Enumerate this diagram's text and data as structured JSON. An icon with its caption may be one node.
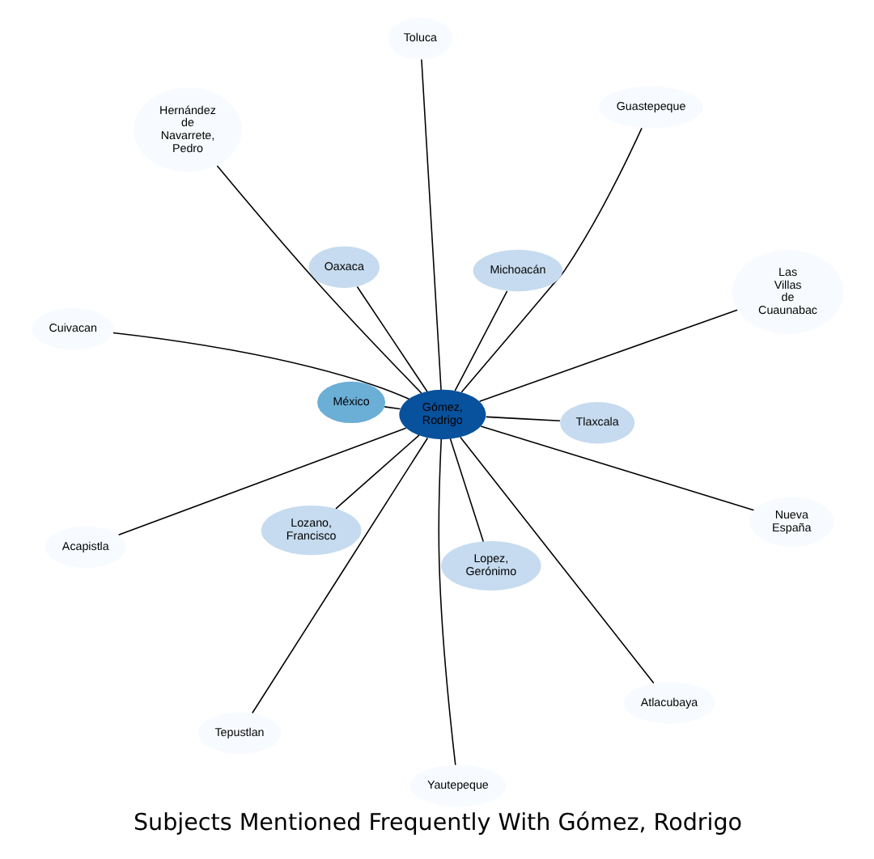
{
  "diagram": {
    "title": "Subjects Mentioned Frequently With Gómez, Rodrigo",
    "nodes": [
      {
        "text": [
          "Cuivacan"
        ]
      },
      {
        "text": [
          "Guastepeque"
        ]
      },
      {
        "text": [
          "Tepustlan"
        ]
      },
      {
        "text": [
          "Hernández de Navarrete, Pedro"
        ]
      },
      {
        "text": [
          "Tlaxcala"
        ]
      },
      {
        "text": [
          "Oaxaca"
        ]
      },
      {
        "text": [
          "Acapistla"
        ]
      },
      {
        "text": [
          "Nueva España"
        ]
      },
      {
        "text": [
          "Lozano, Francisco"
        ]
      },
      {
        "text": [
          "Gómez, Rodrigo"
        ]
      },
      {
        "text": [
          "Lopez, Gerónimo"
        ]
      },
      {
        "text": [
          "México"
        ]
      },
      {
        "text": [
          "Las Villas de Cuaunabac"
        ]
      },
      {
        "text": [
          "Michoacán"
        ]
      },
      {
        "text": [
          "Toluca"
        ]
      },
      {
        "text": [
          "Yautepeque"
        ]
      },
      {
        "text": [
          "Atlacubaya"
        ]
      }
    ],
    "edges": [
      {
        "from": 9,
        "to": 0,
        "arrow": "none"
      },
      {
        "from": 9,
        "to": 1,
        "arrow": "none"
      },
      {
        "from": 9,
        "to": 2,
        "arrow": "none"
      },
      {
        "from": 9,
        "to": 3,
        "arrow": "none"
      },
      {
        "from": 9,
        "to": 4,
        "arrow": "none"
      },
      {
        "from": 9,
        "to": 5,
        "arrow": "none"
      },
      {
        "from": 9,
        "to": 6,
        "arrow": "none"
      },
      {
        "from": 9,
        "to": 7,
        "arrow": "none"
      },
      {
        "from": 9,
        "to": 8,
        "arrow": "none"
      },
      {
        "from": 9,
        "to": 10,
        "arrow": "none"
      },
      {
        "from": 9,
        "to": 11,
        "arrow": "none"
      },
      {
        "from": 9,
        "to": 12,
        "arrow": "none"
      },
      {
        "from": 9,
        "to": 13,
        "arrow": "none"
      },
      {
        "from": 9,
        "to": 14,
        "arrow": "none"
      },
      {
        "from": 9,
        "to": 15,
        "arrow": "none"
      },
      {
        "from": 9,
        "to": 16,
        "arrow": "none"
      }
    ]
  }
}
